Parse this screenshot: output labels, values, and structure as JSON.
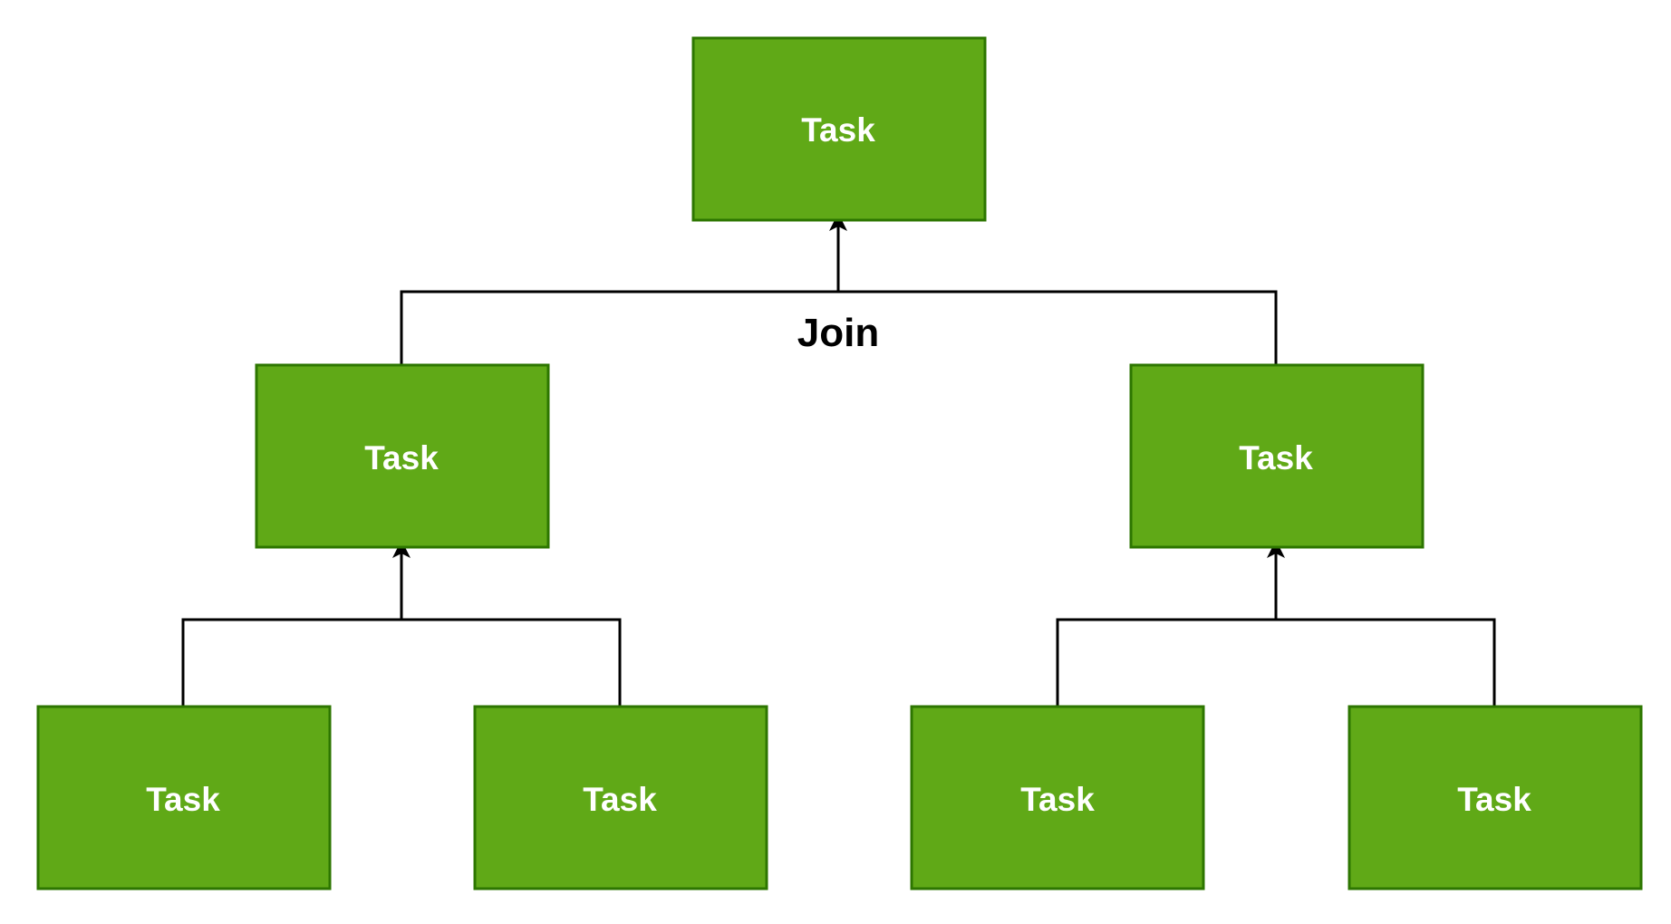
{
  "colors": {
    "node_fill": "#60a917",
    "node_stroke": "#2d7600",
    "edge": "#000000",
    "label_text": "#ffffff",
    "join_text": "#000000"
  },
  "nodes": {
    "root": {
      "label": "Task"
    },
    "mid_left": {
      "label": "Task"
    },
    "mid_right": {
      "label": "Task"
    },
    "leaf_1": {
      "label": "Task"
    },
    "leaf_2": {
      "label": "Task"
    },
    "leaf_3": {
      "label": "Task"
    },
    "leaf_4": {
      "label": "Task"
    }
  },
  "join_label": "Join"
}
